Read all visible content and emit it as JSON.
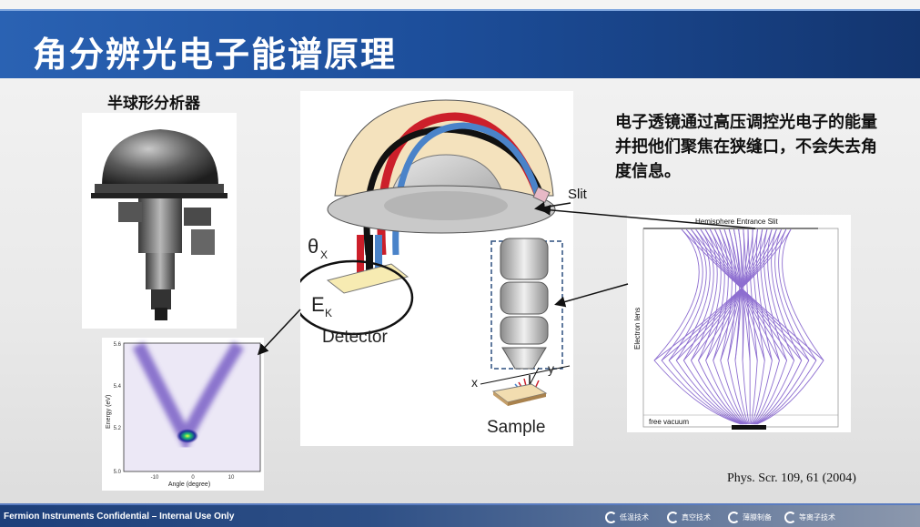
{
  "slide": {
    "title": "角分辨光电子能谱原理",
    "hemisphere_label": "半球形分析器",
    "description": "电子透镜通过高压调控光电子的能量并把他们聚焦在狭缝口，不会失去角度信息。",
    "citation": "Phys. Scr. 109, 61 (2004)"
  },
  "diagram": {
    "slit_label": "Slit",
    "theta_label": "θ",
    "theta_sub": "X",
    "energy_label": "E",
    "energy_sub": "K",
    "detector_label": "Detector",
    "sample_label": "Sample",
    "axis_x": "x",
    "axis_y": "y"
  },
  "lens_plot": {
    "top_label": "Hemisphere Entrance Slit",
    "side_label": "Electron lens",
    "bottom_label": "free vacuum"
  },
  "arpes_plot": {
    "ylabel": "Energy (eV)",
    "xlabel": "Angle (degree)",
    "yticks": [
      "5.6",
      "5.4",
      "5.2",
      "5.0"
    ],
    "xticks": [
      "-10",
      "0",
      "10"
    ]
  },
  "footer": {
    "confidential": "Fermion Instruments Confidential – Internal Use Only",
    "badges": [
      "低温技术",
      "真空技术",
      "薄膜制备",
      "等离子技术"
    ]
  },
  "colors": {
    "title_blue": "#1d4f9c",
    "arrow_red": "#cc1f2a",
    "arrow_blue": "#4a83c9",
    "lens_purple": "#7a55c8",
    "hemisphere_beige": "#f4e2bd"
  }
}
